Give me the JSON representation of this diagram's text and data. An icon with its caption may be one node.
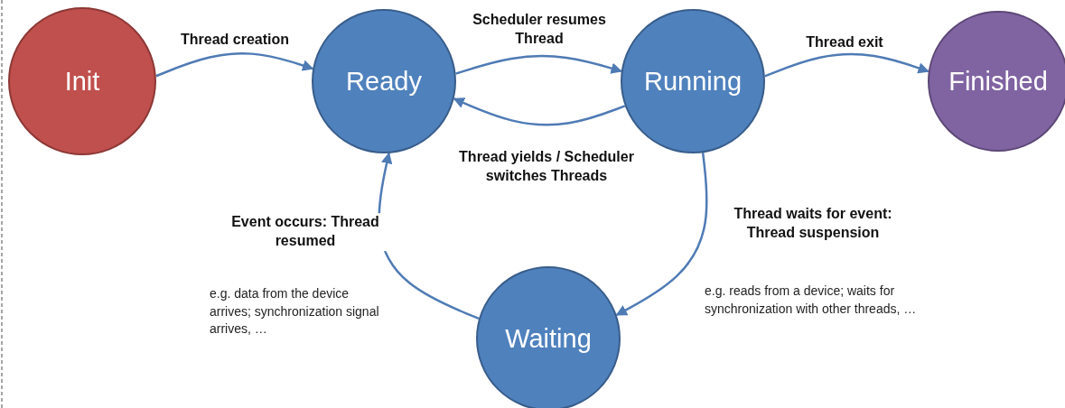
{
  "diagram": {
    "nodes": [
      {
        "text": [
          "Init"
        ]
      },
      {
        "text": [
          "Ready"
        ]
      },
      {
        "text": [
          "Running"
        ]
      },
      {
        "text": [
          "Finished"
        ]
      },
      {
        "text": [
          "Waiting"
        ]
      }
    ],
    "edges": [
      {
        "from": 0,
        "to": 1,
        "arrow": "to",
        "label": "Thread creation"
      },
      {
        "from": 1,
        "to": 2,
        "arrow": "to",
        "label": "Scheduler resumes Thread"
      },
      {
        "from": 2,
        "to": 1,
        "arrow": "to",
        "label": "Thread yields / Scheduler switches Threads"
      },
      {
        "from": 2,
        "to": 3,
        "arrow": "to",
        "label": "Thread exit"
      },
      {
        "from": 2,
        "to": 4,
        "arrow": "to",
        "label": "Thread waits for event: Thread suspension"
      },
      {
        "from": 4,
        "to": 1,
        "arrow": "to",
        "label": "Event occurs: Thread resumed"
      }
    ],
    "labels": [
      "e.g. data from the device arrives; synchronization signal arrives, …",
      "e.g. reads from a device; waits for synchronization with other threads, …"
    ]
  }
}
